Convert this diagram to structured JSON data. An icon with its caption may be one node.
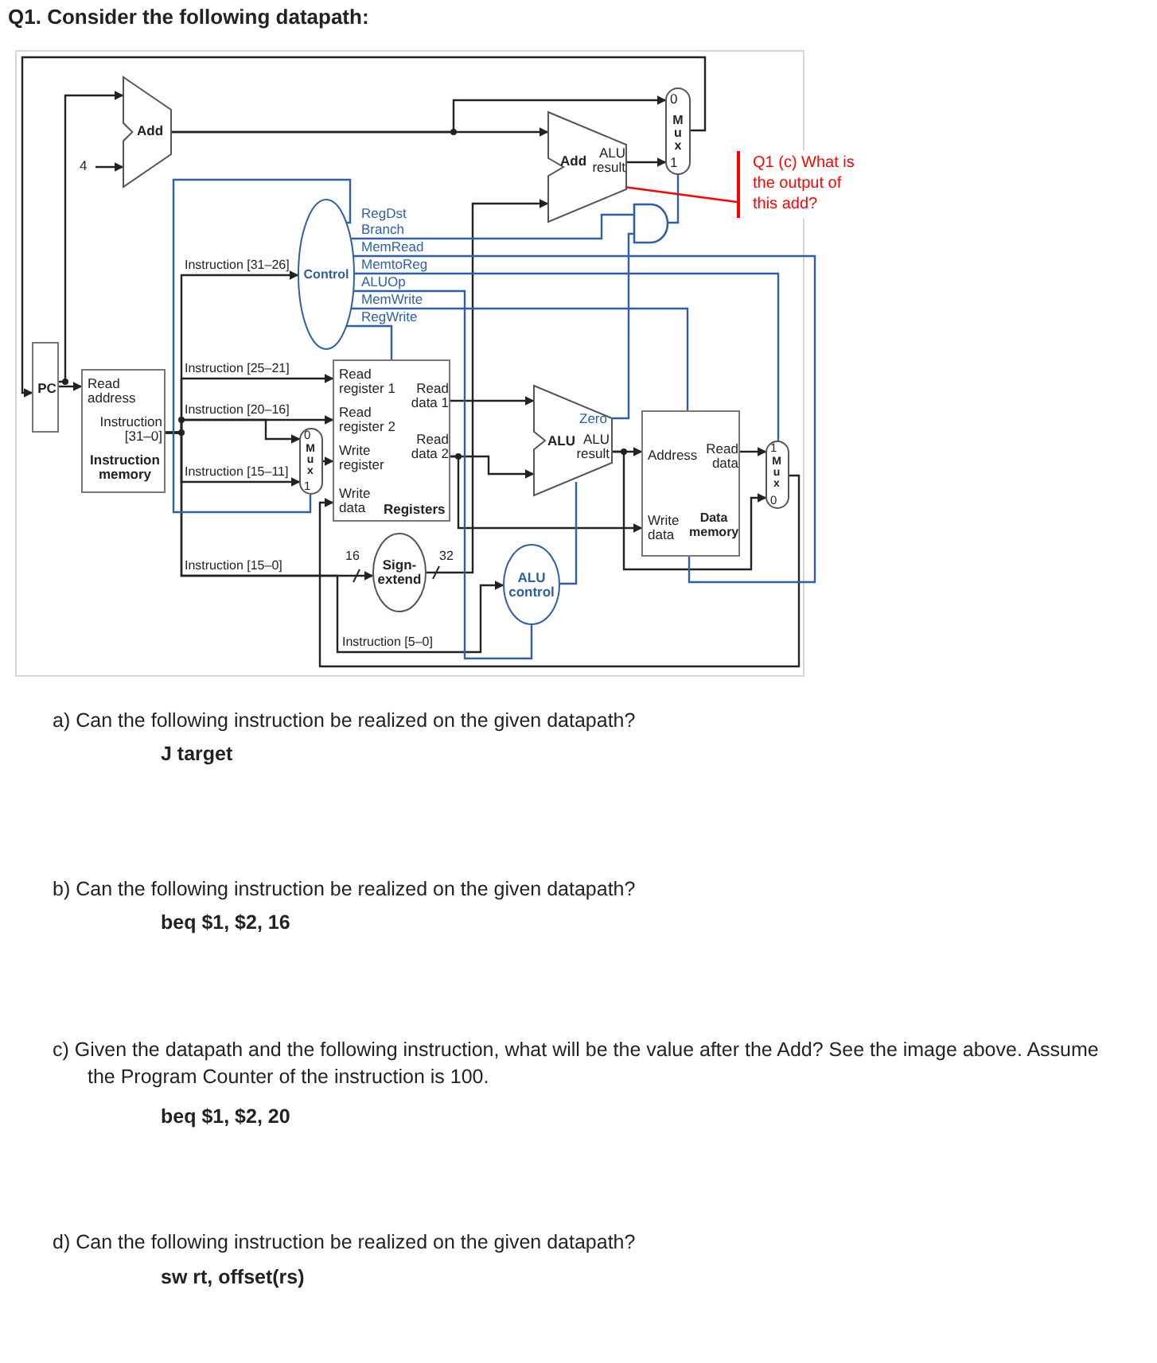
{
  "diagram": {
    "title": "Q1. Consider the following datapath:",
    "nodes": [
      {
        "text": [
          "PC"
        ]
      },
      {
        "text": [
          "Read address",
          "Instruction [31–0]",
          "Instruction memory"
        ]
      },
      {
        "text": [
          "Add"
        ]
      },
      {
        "text": [
          "4"
        ]
      },
      {
        "text": [
          "Add",
          "ALU result"
        ]
      },
      {
        "text": [
          "0",
          "M u x",
          "1"
        ]
      },
      {
        "text": [],
        "shape": "gate"
      },
      {
        "text": [
          "Control"
        ]
      },
      {
        "text": [
          "Read register 1",
          "Read data 1",
          "Read register 2",
          "Read data 2",
          "Write register",
          "Write data",
          "Registers"
        ]
      },
      {
        "text": [
          "0",
          "M u x",
          "1"
        ]
      },
      {
        "text": [
          "Sign- extend"
        ]
      },
      {
        "text": [
          "Zero",
          "ALU",
          "ALU result"
        ]
      },
      {
        "text": [
          "ALU control"
        ]
      },
      {
        "text": [
          "Address",
          "Read data",
          "Write data",
          "Data memory"
        ]
      },
      {
        "text": [
          "1",
          "M u x",
          "0"
        ]
      },
      {
        "text": [
          "Q1 (c) What is the output of this add?"
        ]
      }
    ],
    "edges": [
      {
        "from": 0,
        "to": 1,
        "arrow": "to"
      },
      {
        "from": 0,
        "to": 2,
        "arrow": "to"
      },
      {
        "from": 3,
        "to": 2,
        "arrow": "to"
      },
      {
        "from": 2,
        "to": 5,
        "arrow": "to"
      },
      {
        "from": 2,
        "to": 4,
        "arrow": "to"
      },
      {
        "from": 4,
        "to": 5,
        "arrow": "to"
      },
      {
        "from": 5,
        "to": 0,
        "arrow": "to"
      },
      {
        "from": 1,
        "to": 7,
        "arrow": "to",
        "label": "Instruction [31–26]"
      },
      {
        "from": 1,
        "to": 8,
        "arrow": "to",
        "label": "Instruction [25–21]"
      },
      {
        "from": 1,
        "to": 8,
        "arrow": "to",
        "label": "Instruction [20–16]"
      },
      {
        "from": 1,
        "to": 9,
        "arrow": "to"
      },
      {
        "from": 1,
        "to": 9,
        "arrow": "to",
        "label": "Instruction [15–11]"
      },
      {
        "from": 1,
        "to": 10,
        "arrow": "to",
        "label": "Instruction [15–0]"
      },
      {
        "from": 1,
        "to": 12,
        "arrow": "to",
        "label": "Instruction [5–0]"
      },
      {
        "from": 9,
        "to": 8,
        "arrow": "to"
      },
      {
        "from": 8,
        "to": 11,
        "arrow": "to"
      },
      {
        "from": 8,
        "to": 11,
        "arrow": "to"
      },
      {
        "from": 8,
        "to": 13,
        "arrow": "to"
      },
      {
        "from": 10,
        "to": 4,
        "arrow": "to"
      },
      {
        "from": 11,
        "to": 13,
        "arrow": "to"
      },
      {
        "from": 11,
        "to": 14,
        "arrow": "to"
      },
      {
        "from": 13,
        "to": 14,
        "arrow": "to"
      },
      {
        "from": 14,
        "to": 8,
        "arrow": "to"
      },
      {
        "from": 11,
        "to": 6,
        "arrow": "none",
        "color": "#2f5fa8"
      },
      {
        "from": 6,
        "to": 5,
        "arrow": "none",
        "color": "#2f5fa8"
      },
      {
        "from": 12,
        "to": 11,
        "arrow": "none",
        "color": "#2f5fa8"
      },
      {
        "from": 7,
        "to": 9,
        "arrow": "none",
        "color": "#2f5fa8",
        "label": "RegDst"
      },
      {
        "from": 7,
        "to": 6,
        "arrow": "none",
        "color": "#2f5fa8",
        "label": "Branch"
      },
      {
        "from": 7,
        "to": 13,
        "arrow": "none",
        "color": "#2f5fa8",
        "label": "MemRead"
      },
      {
        "from": 7,
        "to": 14,
        "arrow": "none",
        "color": "#2f5fa8",
        "label": "MemtoReg"
      },
      {
        "from": 7,
        "to": 12,
        "arrow": "none",
        "color": "#2f5fa8",
        "label": "ALUOp"
      },
      {
        "from": 7,
        "to": 13,
        "arrow": "none",
        "color": "#2f5fa8",
        "label": "MemWrite"
      },
      {
        "from": 7,
        "to": 8,
        "arrow": "none",
        "color": "#2f5fa8",
        "label": "RegWrite"
      },
      {
        "from": 15,
        "to": 4,
        "arrow": "none",
        "color": "#ff0000"
      }
    ],
    "labels": [
      "16",
      "32",
      "a) Can the following instruction be realized on the given datapath?",
      "J target",
      "b) Can the following instruction be realized on the given datapath?",
      "beq $1, $2, 16",
      "c) Given the datapath and the following instruction, what will be the value after the Add? See the image above. Assume the Program Counter of the instruction is 100.",
      "beq $1, $2, 20",
      "d) Can the following instruction be realized on the given datapath?",
      "sw rt, offset(rs)"
    ]
  }
}
